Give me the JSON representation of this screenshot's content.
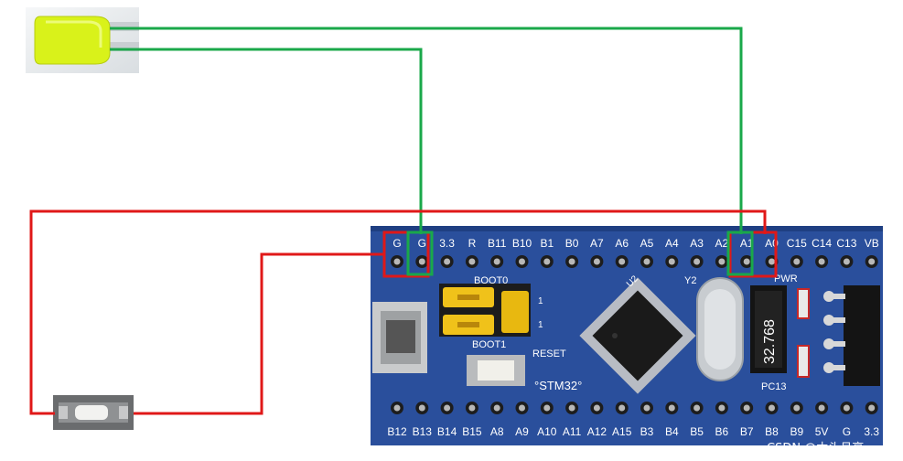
{
  "colors": {
    "wire_green": "#1aa84a",
    "wire_red": "#e01818",
    "pcb_blue": "#2a4f9c",
    "led_yellow": "#d9f21a"
  },
  "board": {
    "top_pins": [
      "G",
      "G",
      "3.3",
      "R",
      "B11",
      "B10",
      "B1",
      "B0",
      "A7",
      "A6",
      "A5",
      "A4",
      "A3",
      "A2",
      "A1",
      "A0",
      "C15",
      "C14",
      "C13",
      "VB"
    ],
    "bottom_pins": [
      "B12",
      "B13",
      "B14",
      "B15",
      "A8",
      "A9",
      "A10",
      "A11",
      "A12",
      "A15",
      "B3",
      "B4",
      "B5",
      "B6",
      "B7",
      "B8",
      "B9",
      "5V",
      "G",
      "3.3"
    ],
    "labels": {
      "boot0": "BOOT0",
      "boot1": "BOOT1",
      "reset": "RESET",
      "stm32": "°STM32°",
      "pwr": "PWR",
      "pc13": "PC13",
      "crystal": "32.768",
      "u2": "U2",
      "y2": "Y2",
      "jumper_1a": "1",
      "jumper_1b": "1"
    }
  },
  "watermark": "CSDN @木头月亮",
  "components": [
    {
      "name": "LED",
      "icon": "led-icon"
    },
    {
      "name": "Push button",
      "icon": "button-icon"
    }
  ]
}
